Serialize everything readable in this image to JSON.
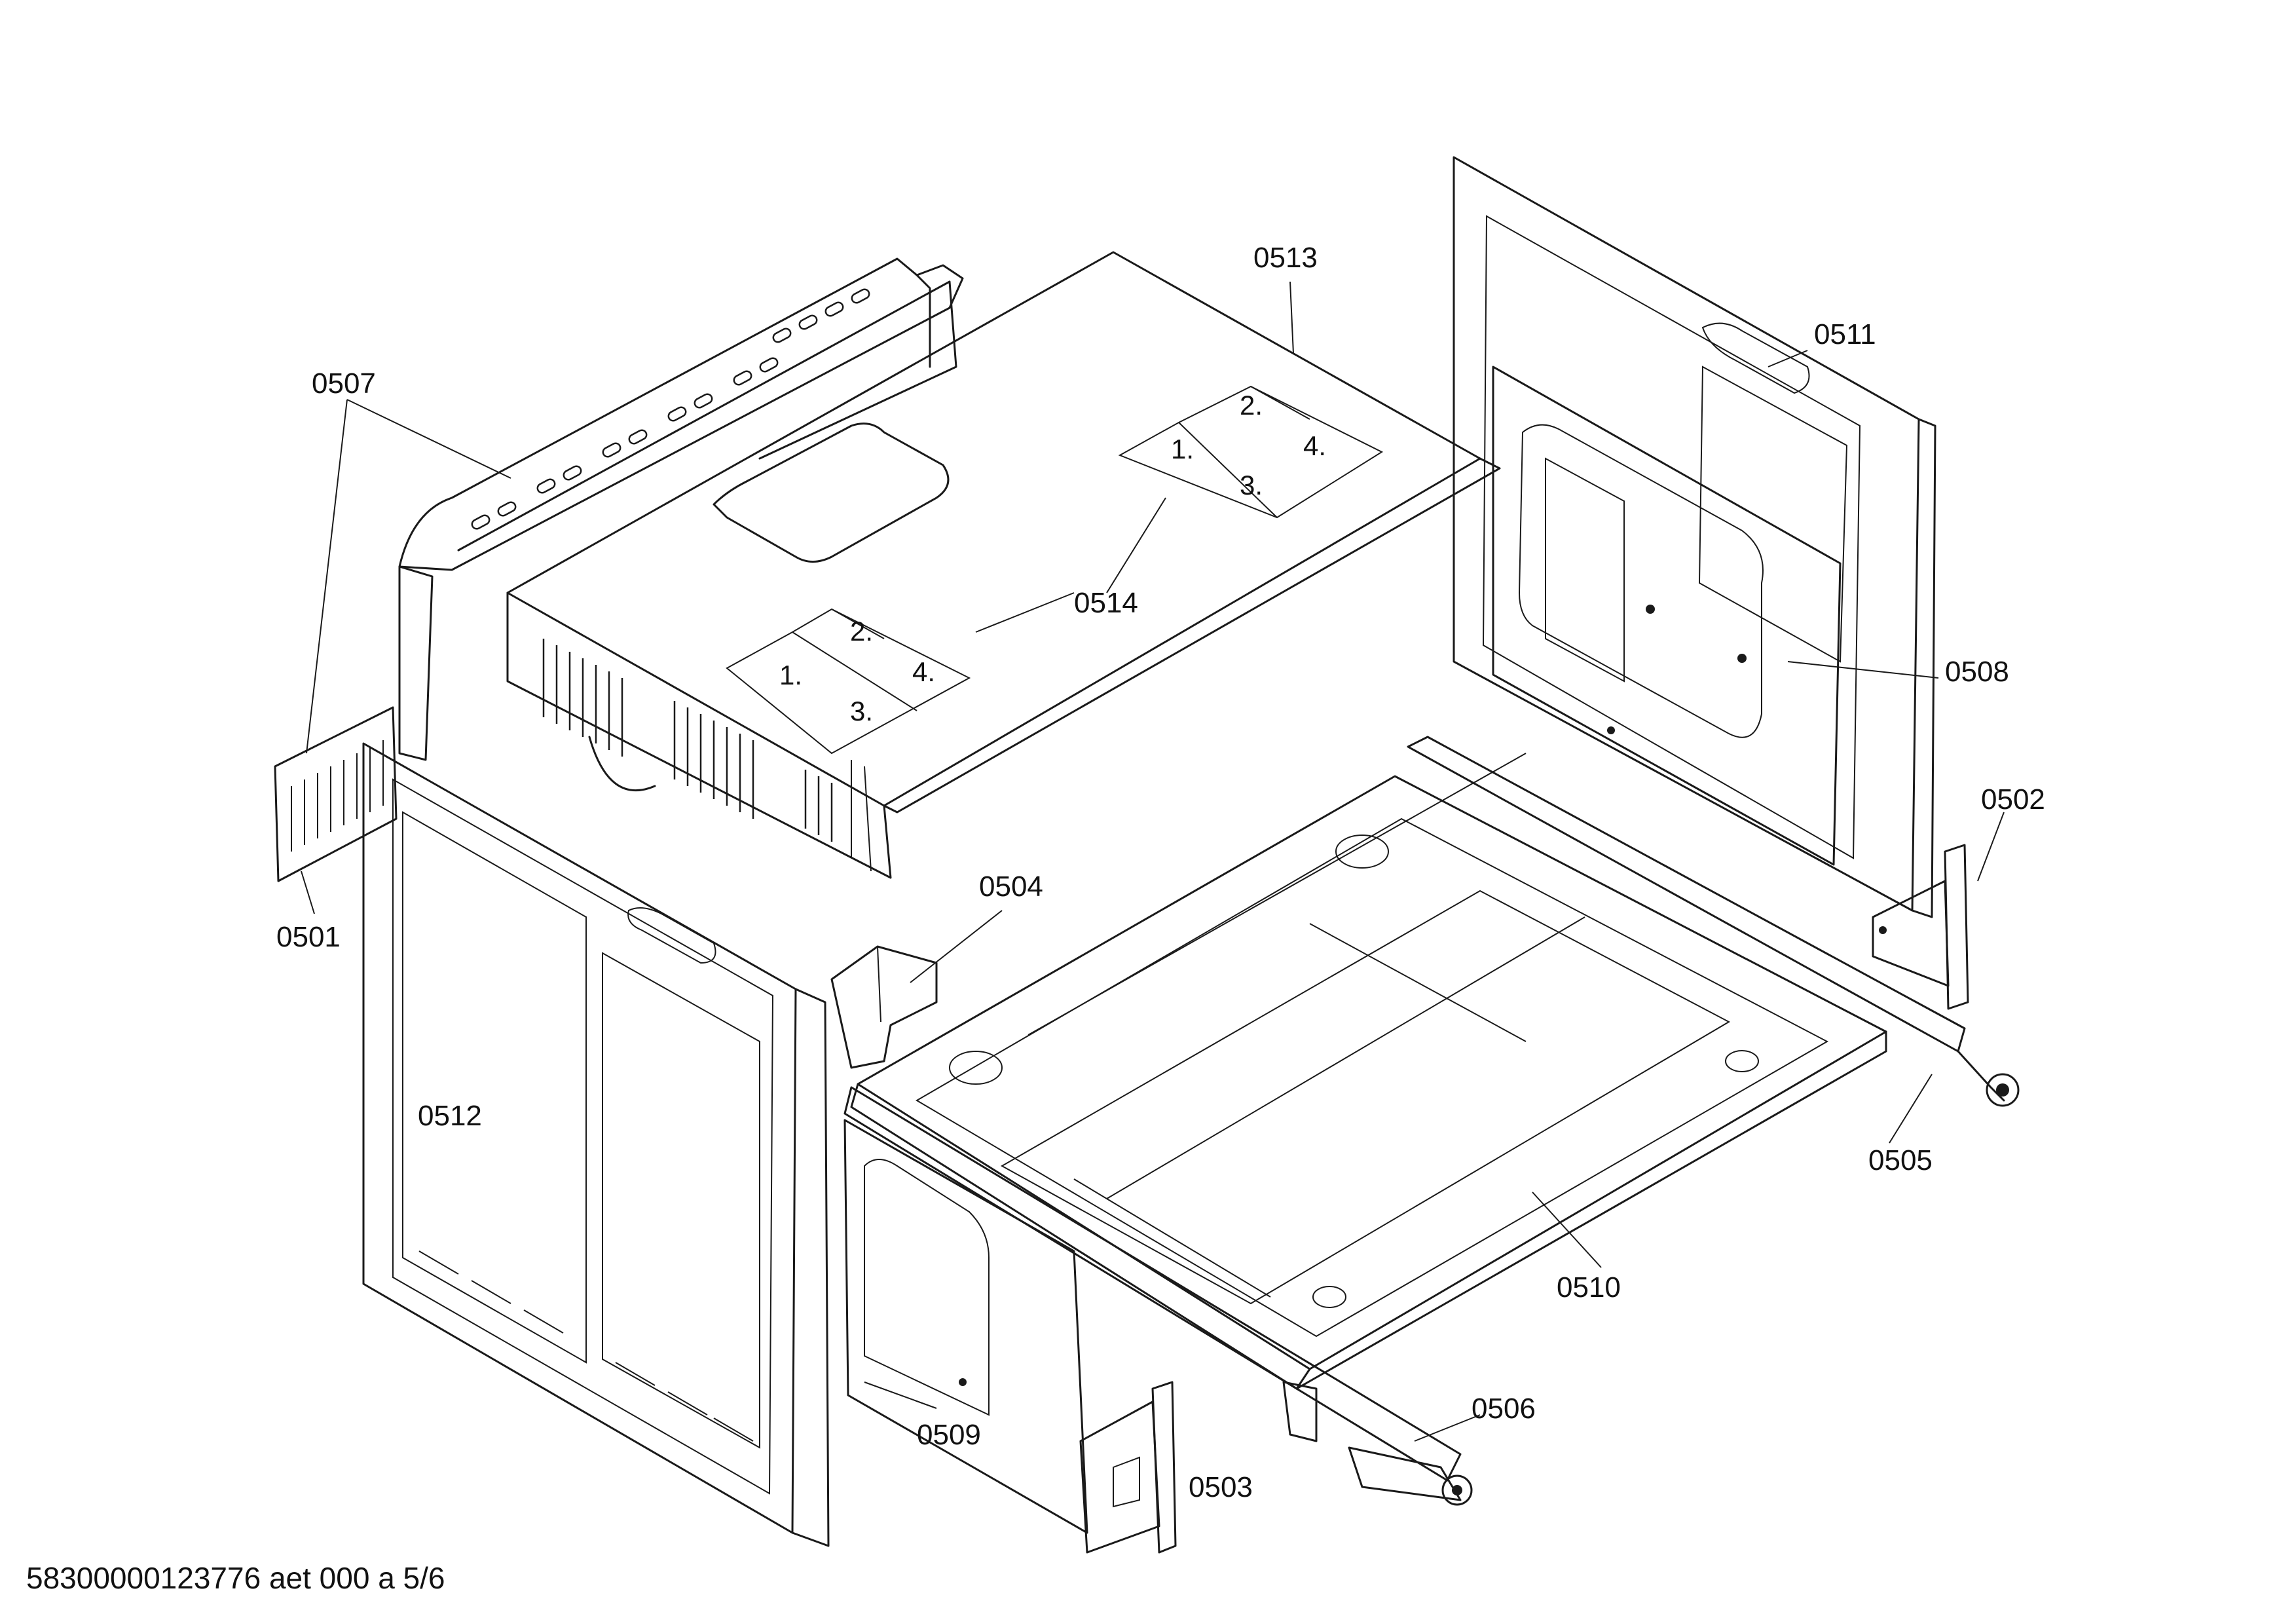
{
  "labels": {
    "p0501": "0501",
    "p0502": "0502",
    "p0503": "0503",
    "p0504": "0504",
    "p0505": "0505",
    "p0506": "0506",
    "p0507": "0507",
    "p0508": "0508",
    "p0509": "0509",
    "p0510": "0510",
    "p0511": "0511",
    "p0512": "0512",
    "p0513": "0513",
    "p0514": "0514"
  },
  "steps_back": {
    "s1": "1.",
    "s2": "2.",
    "s3": "3.",
    "s4": "4."
  },
  "steps_front": {
    "s1": "1.",
    "s2": "2.",
    "s3": "3.",
    "s4": "4."
  },
  "footer": {
    "doc_id": "58300000123776 aet 000 a 5/6"
  }
}
